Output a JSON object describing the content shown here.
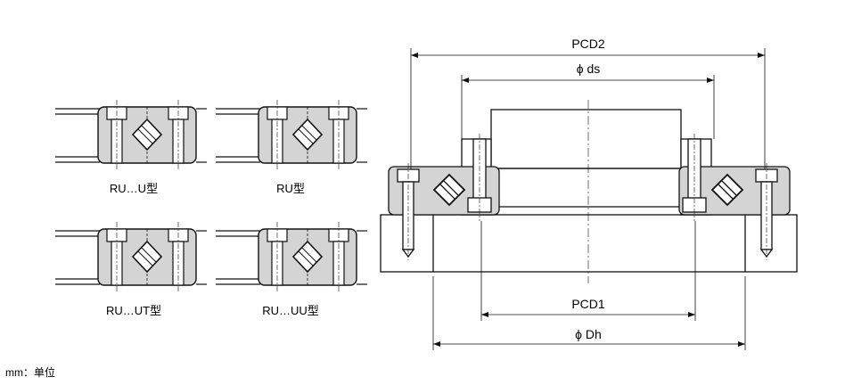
{
  "variants": [
    {
      "label": "RU…U型"
    },
    {
      "label": "RU型"
    },
    {
      "label": "RU…UT型"
    },
    {
      "label": "RU…UU型"
    }
  ],
  "dimensions": {
    "pcd2": "PCD2",
    "ds": "ϕ ds",
    "pcd1": "PCD1",
    "dh": "ϕ Dh"
  },
  "unit_note": "mm：单位",
  "colors": {
    "ring_fill": "#d4d4d4",
    "line": "#111111",
    "bg": "#ffffff"
  }
}
